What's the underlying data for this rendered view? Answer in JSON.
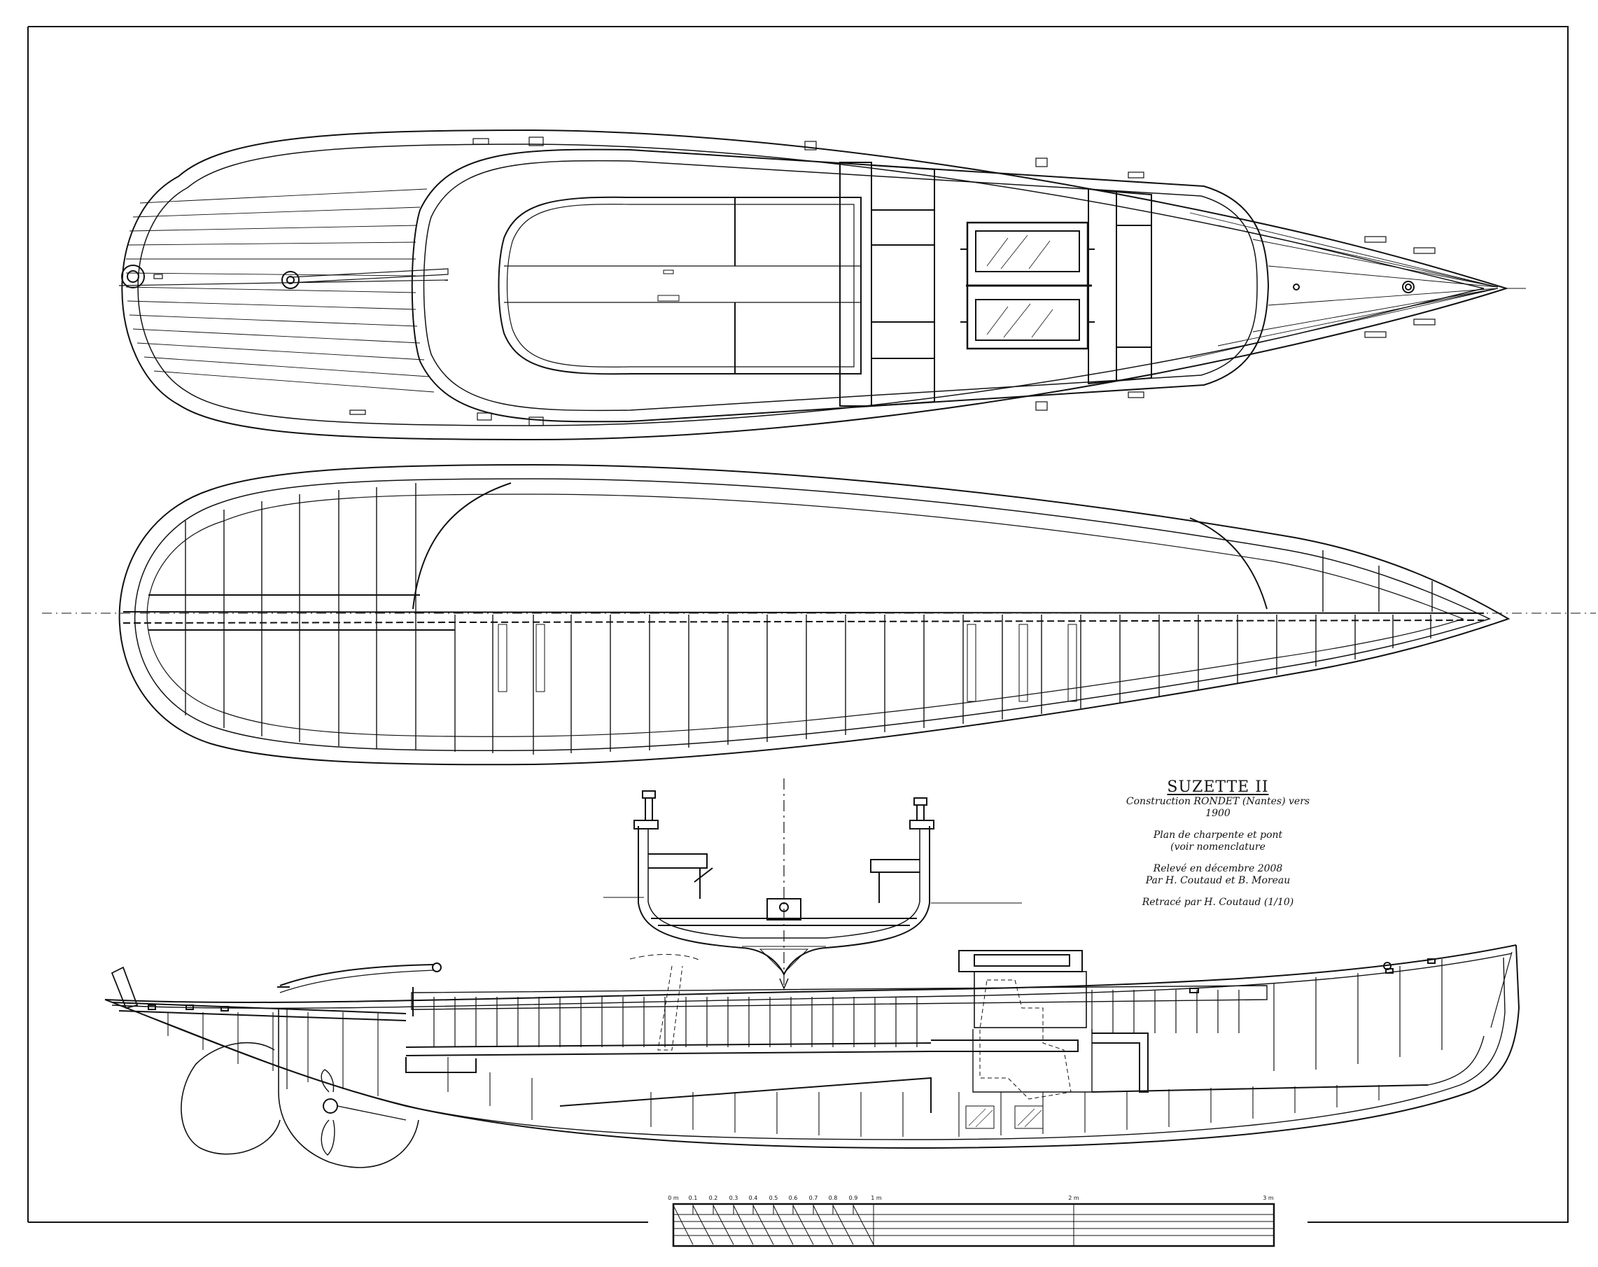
{
  "title": {
    "name": "SUZETTE II",
    "construction": "Construction RONDET (Nantes) vers 1900",
    "plan_line1": "Plan de charpente et pont",
    "plan_line2": "(voir nomenclature",
    "releve_line1": "Relevé en décembre 2008",
    "releve_line2": "Par H. Coutaud et B. Moreau",
    "retrace": "Retracé par H. Coutaud (1/10)"
  },
  "scale_bar": {
    "labels": [
      "0 m",
      "0.1",
      "0.2",
      "0.3",
      "0.4",
      "0.5",
      "0.6",
      "0.7",
      "0.8",
      "0.9",
      "1 m",
      "2 m",
      "3 m"
    ]
  }
}
